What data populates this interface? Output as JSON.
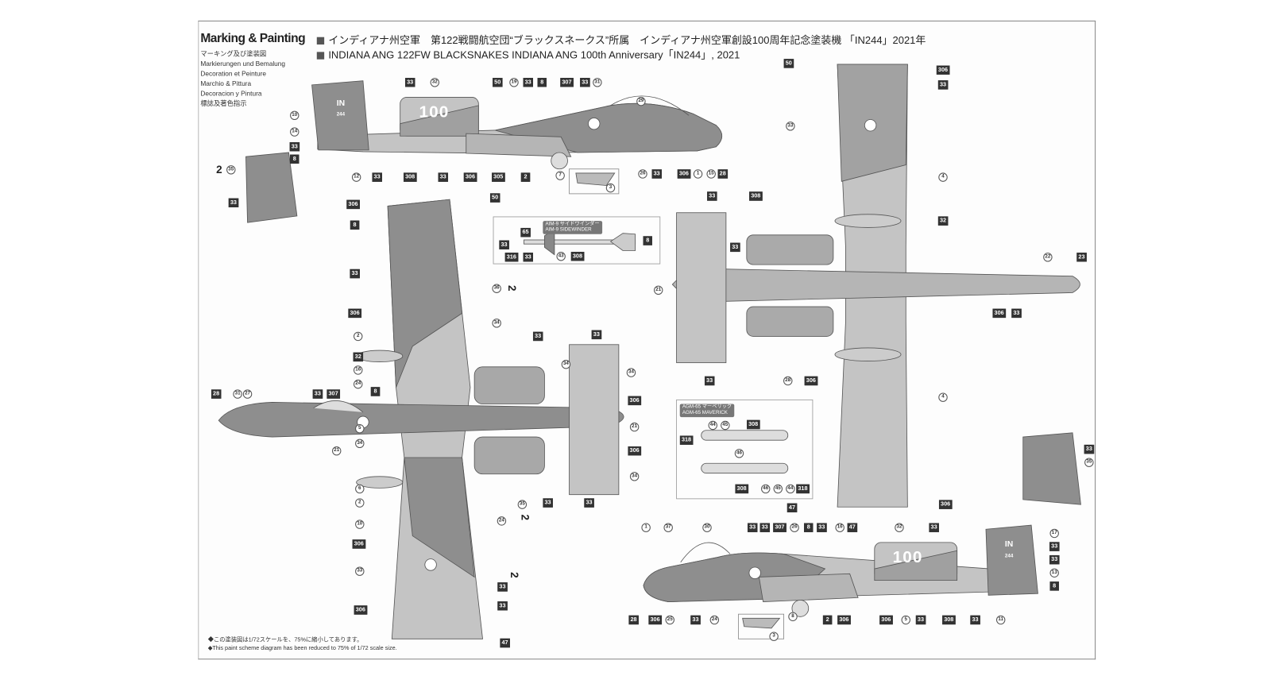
{
  "sheet": {
    "title": "Marking & Painting",
    "subtitles": [
      "マーキング及び塗装図",
      "Markierungen und Bemalung",
      "Decoration et Peinture",
      "Marchio & Pittura",
      "Decoracion y Pintura",
      "標誌及著色指示"
    ],
    "header_jp": "インディアナ州空軍　第122戦闘航空団“ブラックスネークス”所属　インディアナ州空軍創設100周年記念塗装機 「IN244」2021年",
    "header_en": "INDIANA ANG 122FW BLACKSNAKES INDIANA ANG 100th Anniversary「IN244」, 2021",
    "footer_jp": "◆この塗装図は1/72スケールを、75%に縮小してあります。",
    "footer_en": "◆This paint scheme diagram has been reduced to 75% of 1/72 scale size.",
    "colors": {
      "light_gray": "#c4c4c4",
      "dark_gray": "#8e8e8e",
      "code_box": "#333333"
    }
  },
  "aircraft": {
    "nacelle_marking": "100",
    "tail_code": "IN",
    "tail_number": "244",
    "side_number_labels": [
      "2",
      "2",
      "2",
      "2"
    ]
  },
  "weapons": {
    "aim9_jp": "AIM-9 サイドワインダー",
    "aim9_en": "AIM-9 SIDEWINDER",
    "agm65_jp": "AGM-65 マーベリック",
    "agm65_en": "AGM-65 MAVERICK"
  },
  "callouts": {
    "side_top": [
      {
        "t": "33",
        "k": "box"
      },
      {
        "t": "32",
        "k": "circle"
      },
      {
        "t": "50",
        "k": "box"
      },
      {
        "t": "19",
        "k": "circle"
      },
      {
        "t": "33",
        "k": "box"
      },
      {
        "t": "8",
        "k": "box"
      },
      {
        "t": "307",
        "k": "box"
      },
      {
        "t": "33",
        "k": "box"
      },
      {
        "t": "31",
        "k": "circle"
      },
      {
        "t": "29",
        "k": "circle"
      },
      {
        "t": "10",
        "k": "circle"
      },
      {
        "t": "14",
        "k": "circle"
      },
      {
        "t": "33",
        "k": "box"
      },
      {
        "t": "8",
        "k": "box"
      },
      {
        "t": "12",
        "k": "circle"
      },
      {
        "t": "33",
        "k": "box"
      },
      {
        "t": "308",
        "k": "box"
      },
      {
        "t": "33",
        "k": "box"
      },
      {
        "t": "306",
        "k": "box"
      },
      {
        "t": "305",
        "k": "box"
      },
      {
        "t": "2",
        "k": "box"
      },
      {
        "t": "7",
        "k": "circle"
      },
      {
        "t": "26",
        "k": "circle"
      },
      {
        "t": "33",
        "k": "box"
      },
      {
        "t": "306",
        "k": "box"
      },
      {
        "t": "1",
        "k": "circle"
      },
      {
        "t": "15",
        "k": "circle"
      },
      {
        "t": "28",
        "k": "box"
      },
      {
        "t": "3",
        "k": "circle"
      }
    ],
    "tail_left": [
      {
        "t": "35",
        "k": "circle"
      },
      {
        "t": "33",
        "k": "box"
      }
    ],
    "lower_left": [
      {
        "t": "306",
        "k": "box"
      },
      {
        "t": "50",
        "k": "box"
      },
      {
        "t": "8",
        "k": "box"
      },
      {
        "t": "33",
        "k": "box"
      },
      {
        "t": "306",
        "k": "box"
      },
      {
        "t": "2",
        "k": "circle"
      },
      {
        "t": "32",
        "k": "box"
      },
      {
        "t": "16",
        "k": "circle"
      },
      {
        "t": "24",
        "k": "circle"
      },
      {
        "t": "8",
        "k": "box"
      },
      {
        "t": "307",
        "k": "box"
      },
      {
        "t": "33",
        "k": "box"
      },
      {
        "t": "31",
        "k": "circle"
      },
      {
        "t": "27",
        "k": "circle"
      },
      {
        "t": "28",
        "k": "box"
      },
      {
        "t": "21",
        "k": "circle"
      },
      {
        "t": "5",
        "k": "circle"
      },
      {
        "t": "34",
        "k": "circle"
      },
      {
        "t": "6",
        "k": "circle"
      },
      {
        "t": "2",
        "k": "circle"
      },
      {
        "t": "10",
        "k": "circle"
      },
      {
        "t": "306",
        "k": "box"
      },
      {
        "t": "33",
        "k": "circle"
      },
      {
        "t": "306",
        "k": "box"
      },
      {
        "t": "47",
        "k": "box"
      },
      {
        "t": "33",
        "k": "box"
      },
      {
        "t": "36",
        "k": "circle"
      },
      {
        "t": "34",
        "k": "circle"
      },
      {
        "t": "24",
        "k": "circle"
      },
      {
        "t": "35",
        "k": "circle"
      },
      {
        "t": "33",
        "k": "box"
      },
      {
        "t": "33",
        "k": "box"
      },
      {
        "t": "34",
        "k": "circle"
      },
      {
        "t": "33",
        "k": "box"
      },
      {
        "t": "34",
        "k": "circle"
      },
      {
        "t": "306",
        "k": "box"
      },
      {
        "t": "21",
        "k": "circle"
      },
      {
        "t": "306",
        "k": "box"
      },
      {
        "t": "34",
        "k": "circle"
      },
      {
        "t": "33",
        "k": "box"
      },
      {
        "t": "33",
        "k": "box"
      }
    ],
    "aim9": [
      {
        "t": "65",
        "k": "box"
      },
      {
        "t": "33",
        "k": "box"
      },
      {
        "t": "316",
        "k": "box"
      },
      {
        "t": "33",
        "k": "box"
      },
      {
        "t": "43",
        "k": "circle"
      },
      {
        "t": "308",
        "k": "box"
      },
      {
        "t": "8",
        "k": "box"
      }
    ],
    "top_right": [
      {
        "t": "50",
        "k": "box"
      },
      {
        "t": "306",
        "k": "box"
      },
      {
        "t": "33",
        "k": "box"
      },
      {
        "t": "33",
        "k": "circle"
      },
      {
        "t": "4",
        "k": "circle"
      },
      {
        "t": "33",
        "k": "box"
      },
      {
        "t": "308",
        "k": "box"
      },
      {
        "t": "33",
        "k": "box"
      },
      {
        "t": "32",
        "k": "box"
      },
      {
        "t": "22",
        "k": "circle"
      },
      {
        "t": "23",
        "k": "box"
      },
      {
        "t": "21",
        "k": "circle"
      },
      {
        "t": "306",
        "k": "box"
      },
      {
        "t": "33",
        "k": "box"
      },
      {
        "t": "33",
        "k": "box"
      },
      {
        "t": "28",
        "k": "circle"
      },
      {
        "t": "306",
        "k": "box"
      },
      {
        "t": "4",
        "k": "circle"
      },
      {
        "t": "47",
        "k": "box"
      },
      {
        "t": "306",
        "k": "box"
      }
    ],
    "agm65": [
      {
        "t": "44",
        "k": "circle"
      },
      {
        "t": "45",
        "k": "circle"
      },
      {
        "t": "308",
        "k": "box"
      },
      {
        "t": "318",
        "k": "box"
      },
      {
        "t": "46",
        "k": "circle"
      },
      {
        "t": "308",
        "k": "box"
      },
      {
        "t": "46",
        "k": "circle"
      },
      {
        "t": "45",
        "k": "circle"
      },
      {
        "t": "44",
        "k": "circle"
      },
      {
        "t": "318",
        "k": "box"
      }
    ],
    "side_bottom": [
      {
        "t": "1",
        "k": "circle"
      },
      {
        "t": "37",
        "k": "circle"
      },
      {
        "t": "30",
        "k": "circle"
      },
      {
        "t": "33",
        "k": "box"
      },
      {
        "t": "33",
        "k": "box"
      },
      {
        "t": "307",
        "k": "box"
      },
      {
        "t": "26",
        "k": "circle"
      },
      {
        "t": "8",
        "k": "box"
      },
      {
        "t": "33",
        "k": "box"
      },
      {
        "t": "16",
        "k": "circle"
      },
      {
        "t": "47",
        "k": "box"
      },
      {
        "t": "32",
        "k": "circle"
      },
      {
        "t": "33",
        "k": "box"
      },
      {
        "t": "17",
        "k": "circle"
      },
      {
        "t": "33",
        "k": "box"
      },
      {
        "t": "33",
        "k": "box"
      },
      {
        "t": "13",
        "k": "circle"
      },
      {
        "t": "8",
        "k": "box"
      },
      {
        "t": "28",
        "k": "box"
      },
      {
        "t": "306",
        "k": "box"
      },
      {
        "t": "25",
        "k": "circle"
      },
      {
        "t": "33",
        "k": "box"
      },
      {
        "t": "24",
        "k": "circle"
      },
      {
        "t": "8",
        "k": "circle"
      },
      {
        "t": "2",
        "k": "box"
      },
      {
        "t": "306",
        "k": "box"
      },
      {
        "t": "306",
        "k": "box"
      },
      {
        "t": "5",
        "k": "circle"
      },
      {
        "t": "33",
        "k": "box"
      },
      {
        "t": "308",
        "k": "box"
      },
      {
        "t": "33",
        "k": "box"
      },
      {
        "t": "11",
        "k": "circle"
      },
      {
        "t": "3",
        "k": "circle"
      }
    ],
    "tail_right": [
      {
        "t": "33",
        "k": "box"
      },
      {
        "t": "35",
        "k": "circle"
      }
    ]
  }
}
